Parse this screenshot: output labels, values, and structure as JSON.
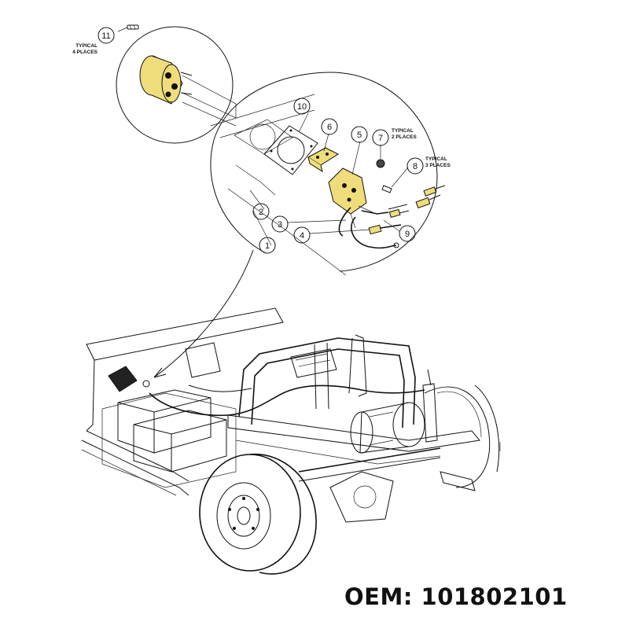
{
  "callouts": [
    {
      "id": "c1",
      "label": "1"
    },
    {
      "id": "c2",
      "label": "2"
    },
    {
      "id": "c3",
      "label": "3"
    },
    {
      "id": "c4",
      "label": "4"
    },
    {
      "id": "c5",
      "label": "5"
    },
    {
      "id": "c6",
      "label": "6"
    },
    {
      "id": "c7",
      "label": "7"
    },
    {
      "id": "c8",
      "label": "8"
    },
    {
      "id": "c9",
      "label": "9"
    },
    {
      "id": "c10",
      "label": "10"
    },
    {
      "id": "c11",
      "label": "11"
    }
  ],
  "notes": {
    "typical_4_line1": "TYPICAL",
    "typical_4_line2": "4 PLACES",
    "typical_2_line1": "TYPICAL",
    "typical_2_line2": "2 PLACES",
    "typical_3_line1": "TYPICAL",
    "typical_3_line2": "3 PLACES"
  },
  "oem_label": "OEM: 101802101",
  "colors": {
    "highlight_part": "#eedd7a",
    "line": "#111111"
  }
}
